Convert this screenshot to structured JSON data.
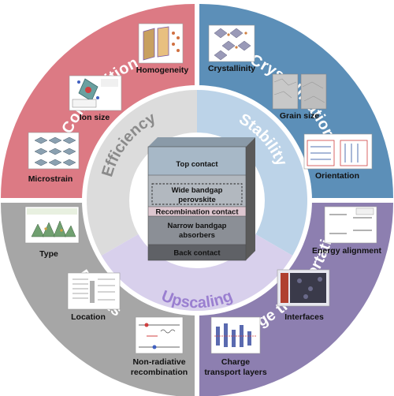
{
  "colors": {
    "composition": "#dc7a84",
    "crystallization": "#5c8fb8",
    "defects": "#a6a6a6",
    "charge_transportation": "#8d7fb0",
    "efficiency_ring": "#dcdcdc",
    "stability_ring": "#bcd3e8",
    "upscaling_ring": "#d8d0ec",
    "efficiency_text": "#8a8a8a",
    "stability_text": "#ffffff",
    "upscaling_text": "#9a7fd0"
  },
  "outer_sections": {
    "composition": "Composition",
    "crystallization": "Crystallization",
    "defects": "Defects",
    "charge_transportation": "Charge transportation"
  },
  "inner_ring": {
    "efficiency": "Efficiency",
    "stability": "Stability",
    "upscaling": "Upscaling"
  },
  "items": {
    "homogeneity": "Homogeneity",
    "ion_size": "Ion size",
    "microstrain": "Microstrain",
    "crystallinity": "Crystallinity",
    "grain_size": "Grain size",
    "orientation": "Orientation",
    "type": "Type",
    "location": "Location",
    "non_radiative_1": "Non-radiative",
    "non_radiative_2": "recombination",
    "energy_alignment": "Energy alignment",
    "interfaces": "Interfaces",
    "charge_transport_1": "Charge",
    "charge_transport_2": "transport layers"
  },
  "device_stack": {
    "top_contact": "Top contact",
    "wide_bandgap_1": "Wide bandgap",
    "wide_bandgap_2": "perovskite",
    "recombination_contact": "Recombination contact",
    "narrow_bandgap_1": "Narrow bandgap",
    "narrow_bandgap_2": "absorbers",
    "back_contact": "Back contact"
  }
}
